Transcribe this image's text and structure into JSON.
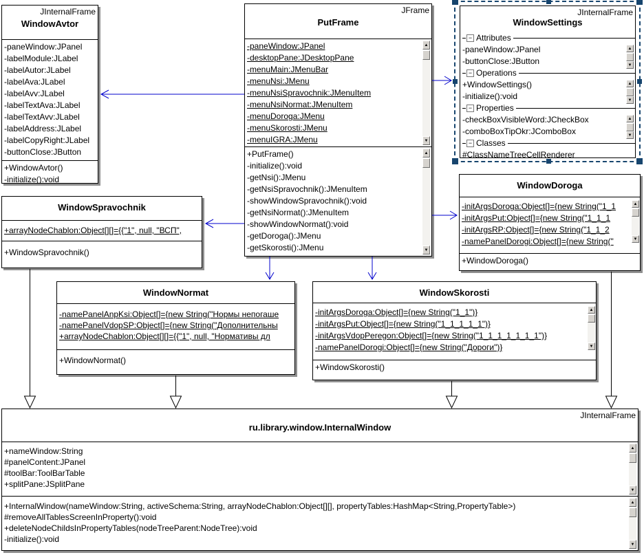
{
  "icons": {
    "collapse": "−",
    "scroll_up": "▲",
    "scroll_down": "▼"
  },
  "colors": {
    "connector_blue": "#0000cc",
    "line_black": "#000000",
    "selection_blue": "#17456e",
    "shadow_gray": "#8f8f8f"
  },
  "classes": [
    {
      "id": "windowavtor",
      "annotation": "JInternalFrame",
      "title": "WindowAvtor",
      "compartments": [
        {
          "underline": false,
          "rows": [
            {
              "kind": "member",
              "text": "-paneWindow:JPanel"
            },
            {
              "kind": "member",
              "text": "-labelModule:JLabel"
            },
            {
              "kind": "member",
              "text": "-labelAutor:JLabel"
            },
            {
              "kind": "member",
              "text": "-labelAva:JLabel"
            },
            {
              "kind": "member",
              "text": "-labelAvv:JLabel"
            },
            {
              "kind": "member",
              "text": "-labelTextAva:JLabel"
            },
            {
              "kind": "member",
              "text": "-labelTextAvv:JLabel"
            },
            {
              "kind": "member",
              "text": "-labelAddress:JLabel"
            },
            {
              "kind": "member",
              "text": "-labelCopyRight:JLabel"
            },
            {
              "kind": "member",
              "text": "-buttonClose:JButton"
            }
          ]
        },
        {
          "underline": false,
          "rows": [
            {
              "kind": "member",
              "text": "+WindowAvtor()"
            },
            {
              "kind": "member",
              "text": "-initialize():void"
            }
          ]
        }
      ]
    },
    {
      "id": "putframe",
      "annotation": "JFrame",
      "title": "PutFrame",
      "compartments": [
        {
          "underline": true,
          "rows": [
            {
              "kind": "member",
              "text": "-paneWindow:JPanel"
            },
            {
              "kind": "member",
              "text": "-desktopPane:JDesktopPane"
            },
            {
              "kind": "member",
              "text": "-menuMain:JMenuBar"
            },
            {
              "kind": "member",
              "text": "-menuNsi:JMenu"
            },
            {
              "kind": "member",
              "text": "-menuNsiSpravochnik:JMenuItem"
            },
            {
              "kind": "member",
              "text": "-menuNsiNormat:JMenuItem"
            },
            {
              "kind": "member",
              "text": "-menuDoroga:JMenu"
            },
            {
              "kind": "member",
              "text": "-menuSkorosti:JMenu"
            },
            {
              "kind": "member",
              "text": "-menuIGRA:JMenu"
            }
          ]
        },
        {
          "underline": false,
          "rows": [
            {
              "kind": "member",
              "text": "+PutFrame()"
            },
            {
              "kind": "member",
              "text": "-initialize():void"
            },
            {
              "kind": "member",
              "text": "-getNsi():JMenu"
            },
            {
              "kind": "member",
              "text": "-getNsiSpravochnik():JMenuItem"
            },
            {
              "kind": "member",
              "text": "-showWindowSpravochnik():void"
            },
            {
              "kind": "member",
              "text": "-getNsiNormat():JMenuItem"
            },
            {
              "kind": "member",
              "text": "-showWindowNormat():void"
            },
            {
              "kind": "member",
              "text": "-getDoroga():JMenu"
            },
            {
              "kind": "member",
              "text": "-getSkorosti():JMenu"
            }
          ]
        }
      ]
    },
    {
      "id": "windowsettings",
      "annotation": "JInternalFrame",
      "title": "WindowSettings",
      "selected": true,
      "compartments": [
        {
          "underline": false,
          "rows": [
            {
              "kind": "group",
              "text": "Attributes"
            },
            {
              "kind": "member",
              "text": "-paneWindow:JPanel"
            },
            {
              "kind": "member",
              "text": "-buttonClose:JButton"
            },
            {
              "kind": "group",
              "text": "Operations"
            },
            {
              "kind": "member",
              "text": "+WindowSettings()"
            },
            {
              "kind": "member",
              "text": "-initialize():void"
            },
            {
              "kind": "group",
              "text": "Properties"
            },
            {
              "kind": "member",
              "text": "-checkBoxVisibleWord:JCheckBox"
            },
            {
              "kind": "member",
              "text": "-comboBoxTipOkr:JComboBox"
            },
            {
              "kind": "group",
              "text": "Classes"
            },
            {
              "kind": "member",
              "text": "#ClassNameTreeCellRenderer"
            }
          ]
        }
      ]
    },
    {
      "id": "windowspravochnik",
      "annotation": "",
      "title": "WindowSpravochnik",
      "compartments": [
        {
          "underline": true,
          "rows": [
            {
              "kind": "member",
              "text": "+arrayNodeChablon:Object[][]={{\"1\", null, \"ВСП\","
            }
          ]
        },
        {
          "underline": false,
          "rows": [
            {
              "kind": "member",
              "text": "+WindowSpravochnik()"
            }
          ]
        }
      ]
    },
    {
      "id": "windowdoroga",
      "annotation": "",
      "title": "WindowDoroga",
      "compartments": [
        {
          "underline": true,
          "rows": [
            {
              "kind": "member",
              "text": "-initArgsDoroga:Object[]={new String(\"1_1"
            },
            {
              "kind": "member",
              "text": "-initArgsPut:Object[]={new String(\"1_1_1"
            },
            {
              "kind": "member",
              "text": "-initArgsRP:Object[]={new String(\"1_1_2"
            },
            {
              "kind": "member",
              "text": "-namePanelDorogi:Object[]={new String(\""
            }
          ]
        },
        {
          "underline": false,
          "rows": [
            {
              "kind": "member",
              "text": "+WindowDoroga()"
            }
          ]
        }
      ]
    },
    {
      "id": "windownormat",
      "annotation": "",
      "title": "WindowNormat",
      "compartments": [
        {
          "underline": true,
          "rows": [
            {
              "kind": "member",
              "text": "-namePanelAnpKsi:Object[]={new String(\"Нормы непогаше"
            },
            {
              "kind": "member",
              "text": "-namePanelVdopSP:Object[]={new String(\"Дополнительны"
            },
            {
              "kind": "member",
              "text": "+arrayNodeChablon:Object[][]={{\"1\", null, \"Нормативы дл"
            }
          ]
        },
        {
          "underline": false,
          "rows": [
            {
              "kind": "member",
              "text": "+WindowNormat()"
            }
          ]
        }
      ]
    },
    {
      "id": "windowskorosti",
      "annotation": "",
      "title": "WindowSkorosti",
      "compartments": [
        {
          "underline": true,
          "rows": [
            {
              "kind": "member",
              "text": "-initArgsDoroga:Object[]={new String(\"1_1\")}"
            },
            {
              "kind": "member",
              "text": "-initArgsPut:Object[]={new String(\"1_1_1_1_1\")}"
            },
            {
              "kind": "member",
              "text": "-initArgsVdopPeregon:Object[]={new String(\"1_1_1_1_1_1_1\")}"
            },
            {
              "kind": "member",
              "text": "-namePanelDorogi:Object[]={new String(\"Дороги\")}"
            }
          ]
        },
        {
          "underline": false,
          "rows": [
            {
              "kind": "member",
              "text": "+WindowSkorosti()"
            }
          ]
        }
      ]
    },
    {
      "id": "internalwindow",
      "annotation": "JInternalFrame",
      "title": "ru.library.window.InternalWindow",
      "compartments": [
        {
          "underline": false,
          "rows": [
            {
              "kind": "member",
              "text": "+nameWindow:String"
            },
            {
              "kind": "member",
              "text": "#panelContent:JPanel"
            },
            {
              "kind": "member",
              "text": "#toolBar:ToolBarTable"
            },
            {
              "kind": "member",
              "text": "+splitPane:JSplitPane"
            }
          ]
        },
        {
          "underline": false,
          "rows": [
            {
              "kind": "member",
              "text": "+InternalWindow(nameWindow:String, activeSchema:String, arrayNodeChablon:Object[][], propertyTables:HashMap<String,PropertyTable>)"
            },
            {
              "kind": "member",
              "text": "#removeAllTablesScreenInProperty():void"
            },
            {
              "kind": "member",
              "text": "+deleteNodeChildsInPropertyTables(nodeTreeParent:NodeTree):void"
            },
            {
              "kind": "member",
              "text": "-initialize():void"
            }
          ]
        }
      ]
    }
  ],
  "relations": [
    {
      "type": "association",
      "from": "PutFrame",
      "to": "WindowAvtor"
    },
    {
      "type": "association",
      "from": "PutFrame",
      "to": "WindowSettings"
    },
    {
      "type": "association",
      "from": "PutFrame",
      "to": "WindowDoroga"
    },
    {
      "type": "association",
      "from": "PutFrame",
      "to": "WindowSpravochnik"
    },
    {
      "type": "association",
      "from": "PutFrame",
      "to": "WindowNormat"
    },
    {
      "type": "association",
      "from": "PutFrame",
      "to": "WindowSkorosti"
    },
    {
      "type": "generalization",
      "from": "WindowSpravochnik",
      "to": "ru.library.window.InternalWindow"
    },
    {
      "type": "generalization",
      "from": "WindowNormat",
      "to": "ru.library.window.InternalWindow"
    },
    {
      "type": "generalization",
      "from": "WindowSkorosti",
      "to": "ru.library.window.InternalWindow"
    },
    {
      "type": "generalization",
      "from": "WindowDoroga",
      "to": "ru.library.window.InternalWindow"
    }
  ]
}
